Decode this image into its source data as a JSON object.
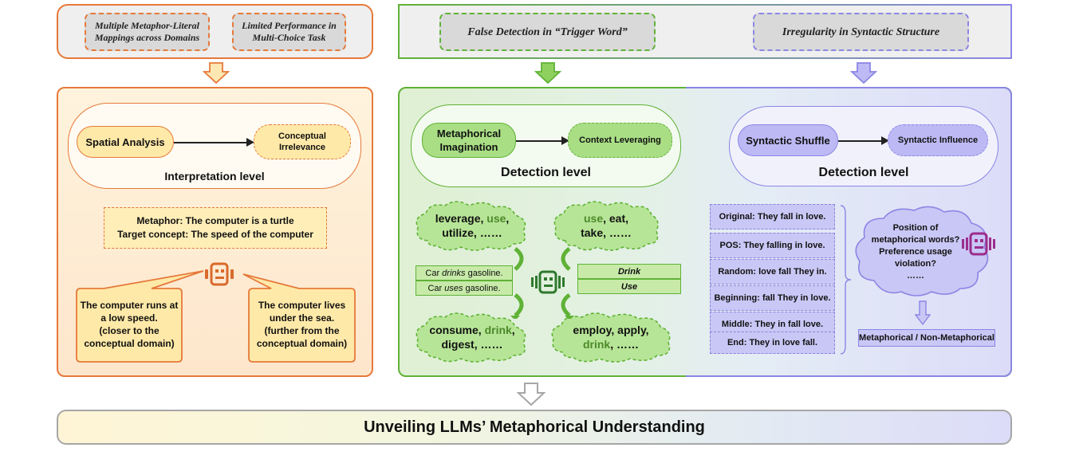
{
  "top_left": {
    "problems": [
      "Multiple Metaphor-Literal Mappings across Domains",
      "Limited Performance in Multi-Choice Task"
    ]
  },
  "top_right": {
    "problems": [
      "False Detection in “Trigger Word”",
      "Irregularity in Syntactic Structure"
    ]
  },
  "interpretation": {
    "node_from": "Spatial Analysis",
    "node_to": "Conceptual Irrelevance",
    "level": "Interpretation level",
    "metaphor_line1": "Metaphor: The computer is a turtle",
    "metaphor_line2": "Target concept: The speed of the computer",
    "bubble_left": [
      "The computer runs at",
      "a low speed.",
      "(closer to the",
      "conceptual domain)"
    ],
    "bubble_right": [
      "The computer lives",
      "under the sea.",
      "(further from the",
      "conceptual domain)"
    ],
    "robot_icon": "robot-icon",
    "accent": "#e6793a"
  },
  "detection_green": {
    "node_from": "Metaphorical Imagination",
    "node_to": "Context Leveraging",
    "level": "Detection level",
    "cloud_tl": [
      "leverage, ",
      "use",
      ",",
      "utilize, ……"
    ],
    "cloud_tr": [
      "use",
      ", eat,",
      "take, ……"
    ],
    "cloud_bl": [
      "consume, ",
      "drink",
      ",",
      "digest, ……"
    ],
    "cloud_br": [
      "employ, apply,",
      "drink",
      ", ……"
    ],
    "left_rows": [
      {
        "car": "Car ",
        "verb": "drinks",
        "rest": " gasoline."
      },
      {
        "car": "Car ",
        "verb": "uses",
        "rest": " gasoline."
      }
    ],
    "right_rows": [
      "Drink",
      "Use"
    ],
    "accent": "#5fb236"
  },
  "detection_purple": {
    "node_from": "Syntactic Shuffle",
    "node_to": "Syntactic Influence",
    "level": "Detection level",
    "shuffles": [
      "Original: They fall in love.",
      "POS: They falling in love.",
      "Random: love fall They in.",
      "Beginning: fall They in love.",
      "Middle: They in fall love.",
      "End: They in love fall."
    ],
    "thought": [
      "Position of",
      "metaphorical words?",
      "Preference usage",
      "violation?",
      "……"
    ],
    "result": "Metaphorical / Non-Metaphorical",
    "accent": "#8b86e4"
  },
  "conclusion": "Unveiling LLMs’ Metaphorical Understanding"
}
